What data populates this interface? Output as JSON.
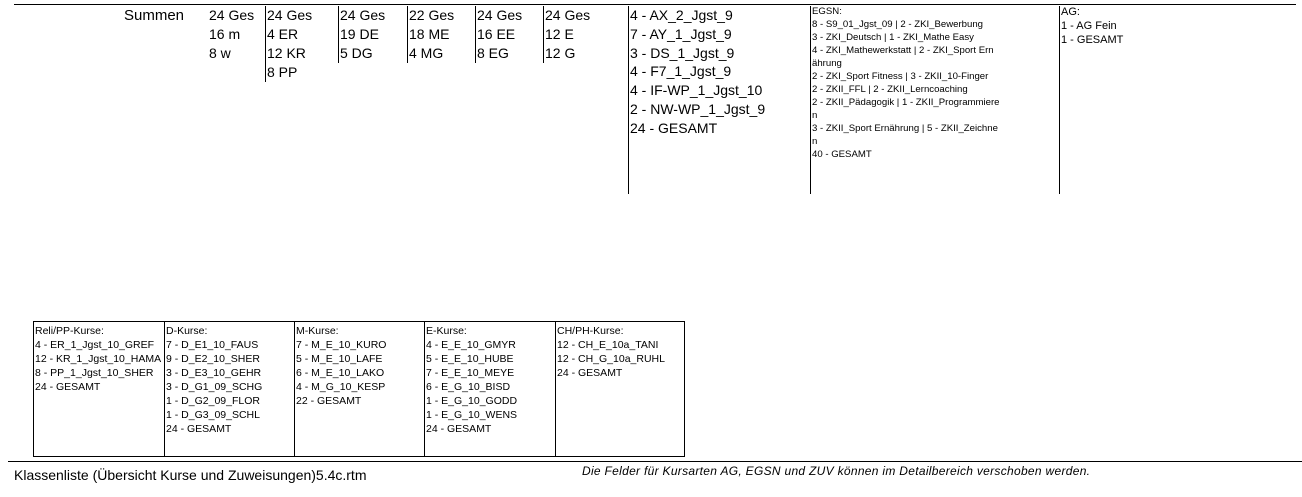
{
  "summen_label": "Summen",
  "columns": [
    [
      "24 Ges",
      "16 m",
      "8 w"
    ],
    [
      "24 Ges",
      "4 ER",
      "12 KR",
      "8 PP"
    ],
    [
      "24 Ges",
      "19 DE",
      "5 DG"
    ],
    [
      "22 Ges",
      "18 ME",
      "4 MG"
    ],
    [
      "24 Ges",
      "16 EE",
      "8 EG"
    ],
    [
      "24 Ges",
      "12 E",
      "12 G"
    ]
  ],
  "wp_kurse": [
    "4 - AX_2_Jgst_9",
    "7 - AY_1_Jgst_9",
    "3 - DS_1_Jgst_9",
    "4 - F7_1_Jgst_9",
    "4 - IF-WP_1_Jgst_10",
    "2 - NW-WP_1_Jgst_9",
    "24 - GESAMT"
  ],
  "egsn": {
    "title": "EGSN:",
    "lines": [
      "8 - S9_01_Jgst_09   |   2 - ZKI_Bewerbung",
      "3 - ZKI_Deutsch   |   1 - ZKI_Mathe Easy",
      "4 - ZKI_Mathewerkstatt   |   2 - ZKI_Sport Ern",
      "ährung",
      "2 - ZKI_Sport Fitness   |   3 - ZKII_10-Finger",
      "2 - ZKII_FFL   |   2 - ZKII_Lerncoaching",
      "2 - ZKII_Pädagogik   |   1 - ZKII_Programmiere",
      "n",
      "3 - ZKII_Sport Ernährung   |   5 - ZKII_Zeichne",
      "n",
      "40 - GESAMT"
    ]
  },
  "ag": {
    "title": "AG:",
    "lines": [
      "1 - AG Fein",
      "1 - GESAMT"
    ]
  },
  "boxes": [
    {
      "title": "Reli/PP-Kurse:",
      "lines": [
        "4 - ER_1_Jgst_10_GREF",
        "12 - KR_1_Jgst_10_HAMA",
        "8 - PP_1_Jgst_10_SHER",
        "24 - GESAMT"
      ]
    },
    {
      "title": "D-Kurse:",
      "lines": [
        "7 - D_E1_10_FAUS",
        "9 - D_E2_10_SHER",
        "3 - D_E3_10_GEHR",
        "3 - D_G1_09_SCHG",
        "1 - D_G2_09_FLOR",
        "1 - D_G3_09_SCHL",
        "24 - GESAMT"
      ]
    },
    {
      "title": "M-Kurse:",
      "lines": [
        "7 - M_E_10_KURO",
        "5 - M_E_10_LAFE",
        "6 - M_E_10_LAKO",
        "4 - M_G_10_KESP",
        "22 - GESAMT"
      ]
    },
    {
      "title": "E-Kurse:",
      "lines": [
        "4 - E_E_10_GMYR",
        "5 - E_E_10_HUBE",
        "7 - E_E_10_MEYE",
        "6 - E_G_10_BISD",
        "1 - E_G_10_GODD",
        "1 - E_G_10_WENS",
        "24 - GESAMT"
      ]
    },
    {
      "title": "CH/PH-Kurse:",
      "lines": [
        "12 - CH_E_10a_TANI",
        "12 - CH_G_10a_RUHL",
        "24 - GESAMT"
      ]
    }
  ],
  "footer": {
    "left": "Klassenliste (Übersicht Kurse und Zuweisungen)5.4c.rtm",
    "right": "Die Felder für Kursarten AG, EGSN und ZUV können im Detailbereich verschoben werden."
  }
}
